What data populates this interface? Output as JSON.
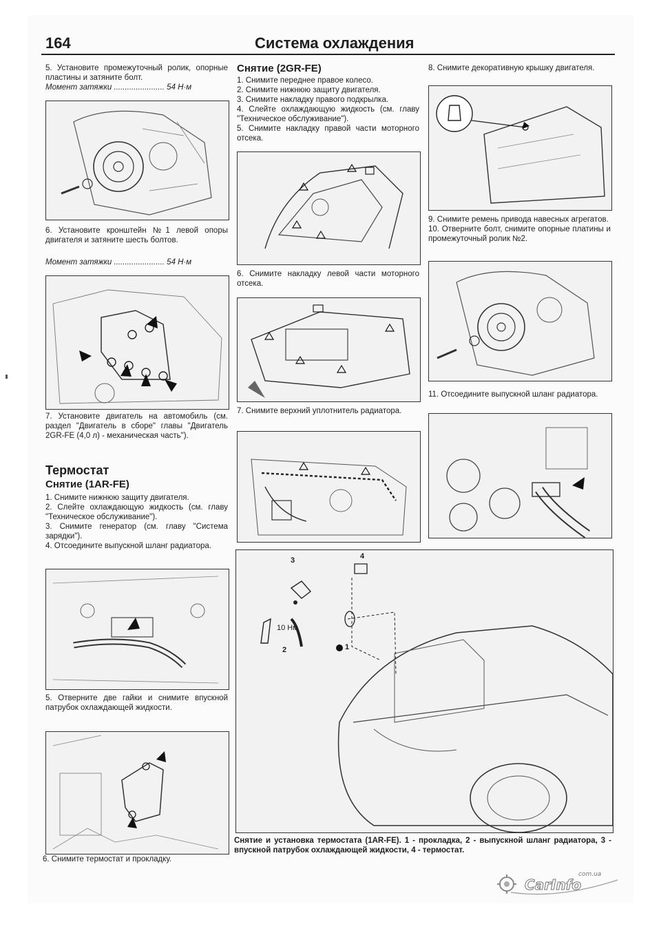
{
  "header": {
    "page_number": "164",
    "title": "Система охлаждения"
  },
  "left_column": {
    "step5_text": "5. Установите промежуточный ролик, опорные пластины и затяните болт.",
    "step5_torque": "Момент затяжки ....................... 54 Н·м",
    "step6_text": "6. Установите кронштейн №1 левой опоры двигателя и затяните шесть болтов.",
    "step6_torque": "Момент затяжки ....................... 54 Н·м",
    "step7_text": "7. Установите двигатель на автомобиль (см. раздел \"Двигатель в сборе\" главы \"Двигатель 2GR-FE (4,0 л) - механическая часть\").",
    "section_title": "Термостат",
    "subsection_title": "Снятие (1AR-FE)",
    "thermo_steps": "1. Снимите нижнюю защиту двигателя.\n2. Слейте охлаждающую жидкость (см. главу \"Техническое обслуживание\").\n3. Снимите генератор (см. главу \"Система зарядки\").\n4. Отсоедините выпускной шланг радиатора.",
    "thermo_step5": "5. Отверните две гайки и снимите впускной патрубок охлаждающей жидкости.",
    "thermo_step6": "6. Снимите термостат и прокладку."
  },
  "middle_column": {
    "heading": "Снятие (2GR-FE)",
    "steps": "1. Снимите переднее правое колесо.\n2. Снимите нижнюю защиту двигателя.\n3. Снимите накладку правого подкрылка.\n4. Слейте охлаждающую жидкость (см. главу \"Техническое обслуживание\").\n5. Снимите накладку правой части моторного отсека.",
    "step6": "6. Снимите накладку левой части моторного отсека.",
    "step7": "7. Снимите верхний уплотнитель радиатора."
  },
  "right_column": {
    "step8": "8. Снимите декоративную крышку двигателя.",
    "step9_10": "9. Снимите ремень привода навесных агрегатов.\n10. Отверните болт, снимите опорные платины и промежуточный ролик №2.",
    "step11": "11. Отсоедините выпускной шланг радиатора."
  },
  "large_figure": {
    "callout_1": "1",
    "callout_2": "2",
    "callout_3": "3",
    "callout_4": "4",
    "torque_label": "10 Нм",
    "caption": "Снятие и установка термостата (1AR-FE). 1 - прокладка, 2 - выпускной шланг радиатора, 3 - впускной патрубок охлаждающей жидкости, 4 - термостат."
  },
  "watermark": {
    "domain": "com.ua",
    "brand": "CarInfo"
  }
}
